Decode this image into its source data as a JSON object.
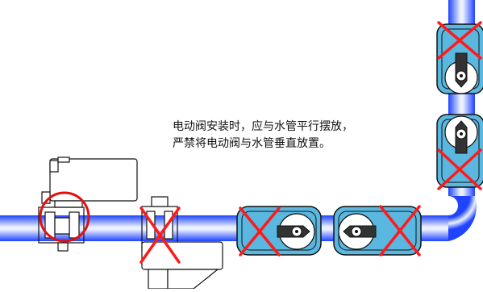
{
  "instruction": {
    "line1": "电动阀安装时，应与水管平行摆放，",
    "line2": "严禁将电动阀与水管垂直放置。"
  },
  "colors": {
    "pipe_dark": "#1f43ff",
    "pipe_light": "#eaf0ff",
    "valve_body": "#5ab8e0",
    "valve_edge": "#111111",
    "wrong_mark": "#ff1a1a",
    "correct_mark": "#e01010"
  },
  "legend": {
    "correct": "red-circle",
    "wrong": "red-x"
  }
}
